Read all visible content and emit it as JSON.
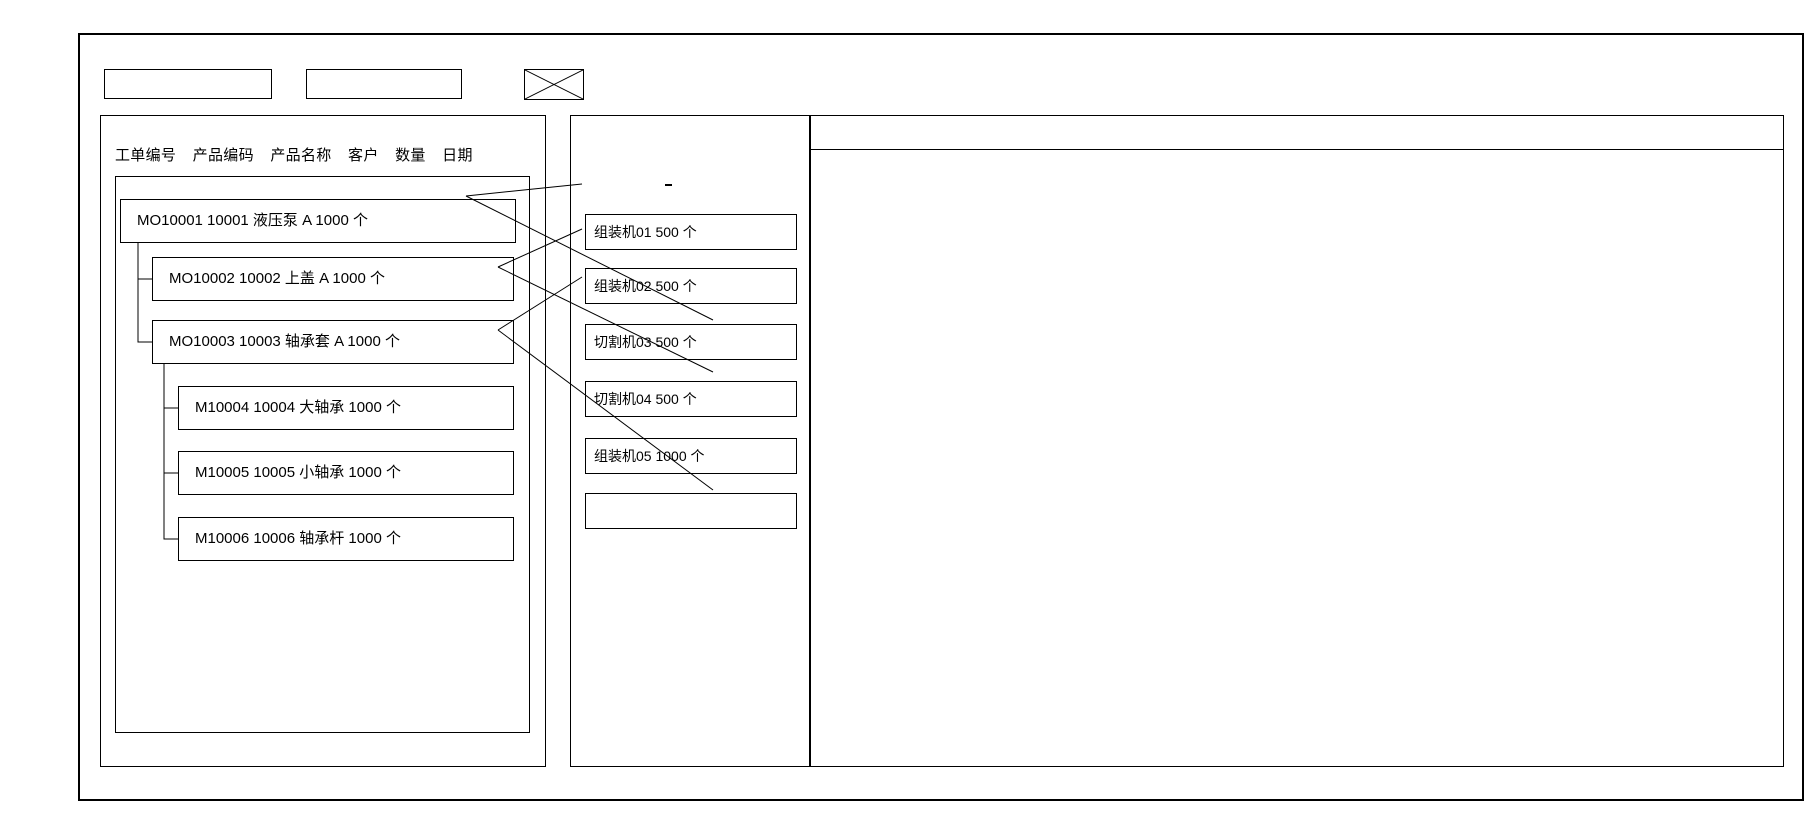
{
  "toolbar": {
    "field1_value": "",
    "field1_placeholder": "",
    "field2_value": "",
    "field2_placeholder": "",
    "image_icon": "crossed-box-placeholder-icon"
  },
  "left_panel": {
    "columns": [
      "工单编号",
      "产品编码",
      "产品名称",
      "客户",
      "数量",
      "日期"
    ],
    "rows": [
      {
        "level": 0,
        "text": "MO10001   10001  液压泵   A    1000  个",
        "order_no": "MO10001",
        "product_code": "10001",
        "product_name": "液压泵",
        "customer": "A",
        "qty": "1000",
        "unit": "个"
      },
      {
        "level": 1,
        "text": "MO10002  10002   上盖  A   1000  个",
        "order_no": "MO10002",
        "product_code": "10002",
        "product_name": "上盖",
        "customer": "A",
        "qty": "1000",
        "unit": "个"
      },
      {
        "level": 1,
        "text": "MO10003  10003   轴承套 A   1000   个",
        "order_no": "MO10003",
        "product_code": "10003",
        "product_name": "轴承套",
        "customer": "A",
        "qty": "1000",
        "unit": "个"
      },
      {
        "level": 2,
        "text": "M10004 10004  大轴承  1000   个",
        "order_no": "M10004",
        "product_code": "10004",
        "product_name": "大轴承",
        "customer": "",
        "qty": "1000",
        "unit": "个"
      },
      {
        "level": 2,
        "text": "M10005  10005  小轴承  1000   个",
        "order_no": "M10005",
        "product_code": "10005",
        "product_name": "小轴承",
        "customer": "",
        "qty": "1000",
        "unit": "个"
      },
      {
        "level": 2,
        "text": "M10006  10006  轴承杆  1000   个",
        "order_no": "M10006",
        "product_code": "10006",
        "product_name": "轴承杆",
        "customer": "",
        "qty": "1000",
        "unit": "个"
      }
    ]
  },
  "mid_panel": {
    "machines": [
      {
        "text": "组装机01    500  个",
        "name": "组装机01",
        "qty": "500",
        "unit": "个"
      },
      {
        "text": "组装机02    500  个",
        "name": "组装机02",
        "qty": "500",
        "unit": "个"
      },
      {
        "text": "切割机03    500  个",
        "name": "切割机03",
        "qty": "500",
        "unit": "个"
      },
      {
        "text": "切割机04   500  个",
        "name": "切割机04",
        "qty": "500",
        "unit": "个"
      },
      {
        "text": "组装机05   1000 个",
        "name": "组装机05",
        "qty": "1000",
        "unit": "个"
      },
      {
        "text": "",
        "name": "",
        "qty": "",
        "unit": ""
      }
    ]
  },
  "right_panel": {
    "header_text": "",
    "body_text": ""
  },
  "colors": {
    "border": "#000000",
    "background": "#ffffff",
    "text": "#000000"
  }
}
